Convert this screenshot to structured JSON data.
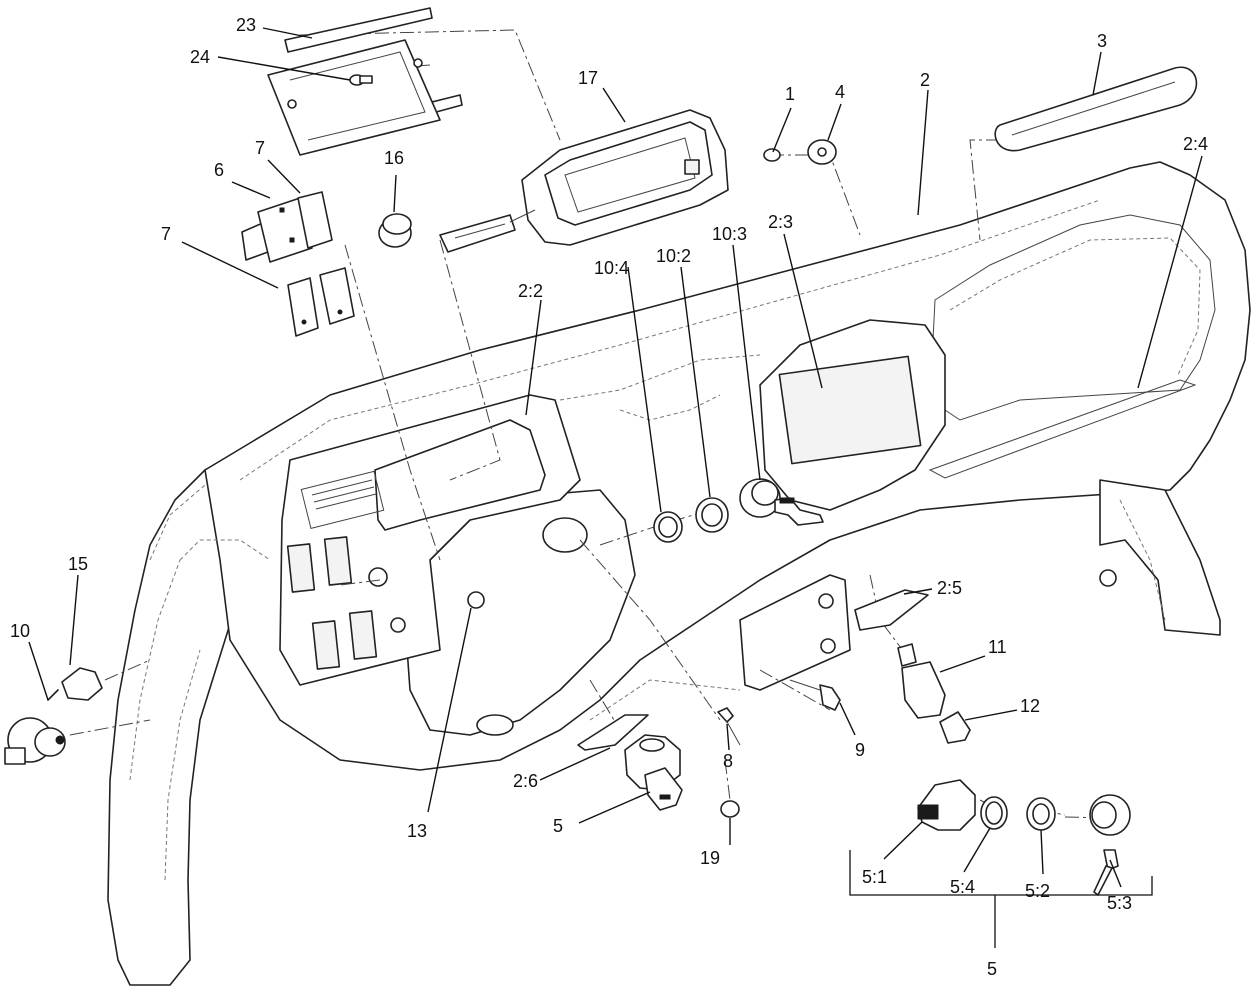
{
  "callouts": {
    "c1": "1",
    "c2": "2",
    "c2_2": "2:2",
    "c2_3": "2:3",
    "c2_4": "2:4",
    "c2_5": "2:5",
    "c2_6": "2:6",
    "c3": "3",
    "c4": "4",
    "c5_top": "5",
    "c5_group": "5",
    "c5_1": "5:1",
    "c5_2": "5:2",
    "c5_3": "5:3",
    "c5_4": "5:4",
    "c6": "6",
    "c7_top": "7",
    "c7_low": "7",
    "c8": "8",
    "c9": "9",
    "c10": "10",
    "c10_2": "10:2",
    "c10_3": "10:3",
    "c10_4": "10:4",
    "c11": "11",
    "c12": "12",
    "c13": "13",
    "c15": "15",
    "c16": "16",
    "c17": "17",
    "c19": "19",
    "c23": "23",
    "c24": "24"
  }
}
